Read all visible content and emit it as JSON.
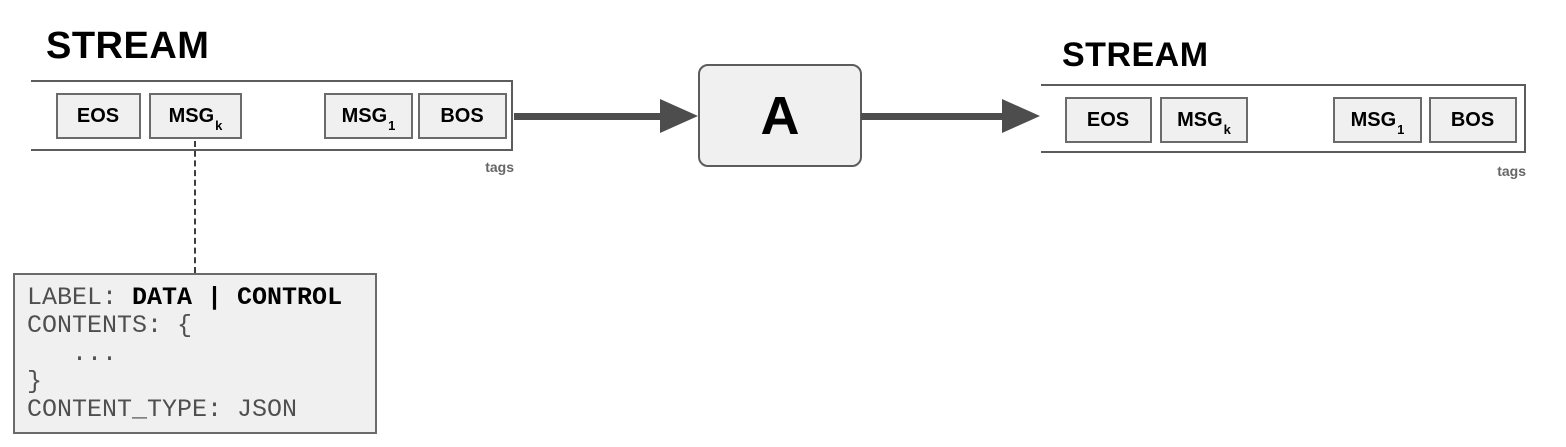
{
  "diagram": {
    "input_stream": {
      "title": "STREAM",
      "tags_label": "tags",
      "messages": [
        {
          "text": "EOS",
          "subscript": ""
        },
        {
          "text": "MSG",
          "subscript": "k"
        },
        {
          "text": "MSG",
          "subscript": "1"
        },
        {
          "text": "BOS",
          "subscript": ""
        }
      ]
    },
    "operator": {
      "label": "A"
    },
    "output_stream": {
      "title": "STREAM",
      "tags_label": "tags",
      "messages": [
        {
          "text": "EOS",
          "subscript": ""
        },
        {
          "text": "MSG",
          "subscript": "k"
        },
        {
          "text": "MSG",
          "subscript": "1"
        },
        {
          "text": "BOS",
          "subscript": ""
        }
      ]
    },
    "message_detail": {
      "label_key": "LABEL: ",
      "label_value": "DATA | CONTROL",
      "contents_open": "CONTENTS: {",
      "contents_body": "   ...",
      "contents_close": "}",
      "content_type": "CONTENT_TYPE: JSON"
    },
    "colors": {
      "box_fill": "#f0f0f0",
      "box_border": "#6b6b6b",
      "container_border": "#5c5c5c",
      "arrow": "#4d4d4d",
      "text_gray": "#4f4f4f",
      "tags_gray": "#666666"
    }
  }
}
